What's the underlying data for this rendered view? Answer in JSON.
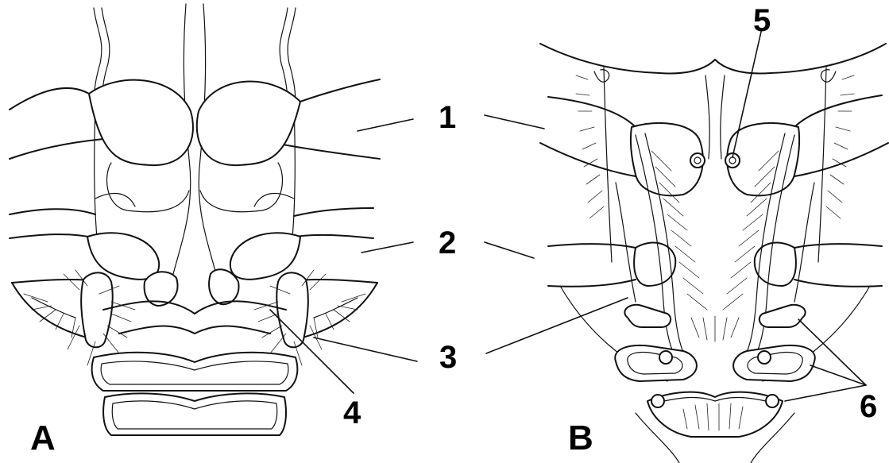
{
  "figure": {
    "panel_labels": {
      "a": "A",
      "b": "B"
    },
    "callouts": {
      "c1": "1",
      "c2": "2",
      "c3": "3",
      "c4": "4",
      "c5": "5",
      "c6": "6"
    },
    "colors": {
      "ink": "#111111",
      "background": "#ffffff"
    }
  }
}
